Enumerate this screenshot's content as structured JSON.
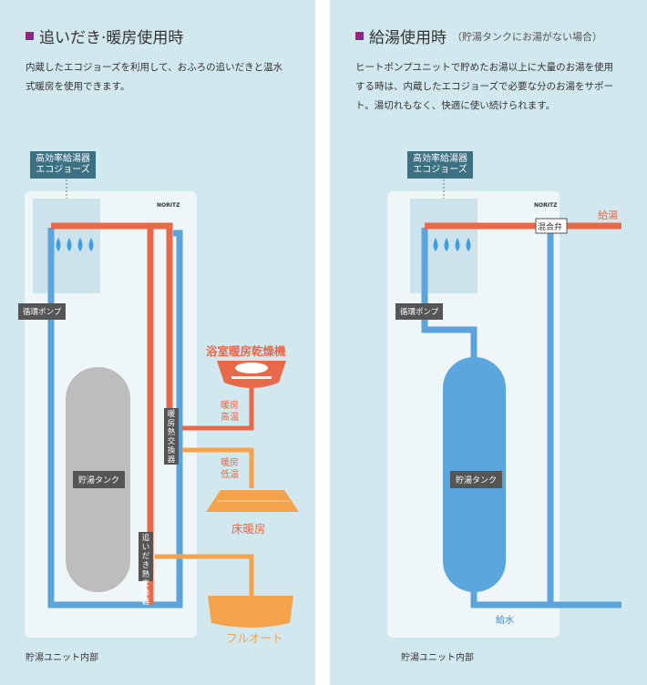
{
  "left": {
    "title": "追いだき·暖房使用時",
    "desc_line1": "内蔵したエコジョーズを利用して、おふろの追いだきと温水",
    "desc_line2": "式暖房を使用できます。",
    "heater_tag_line1": "高効率給湯器",
    "heater_tag_line2": "エコジョーズ",
    "brand": "NORITZ",
    "pump_label": "循環ポンプ",
    "tank_label": "貯湯タンク",
    "heat_ex_heating": "暖房熱交換器",
    "heat_ex_reheat": "追いだき熱交換器",
    "bath_dryer": "浴室暖房乾燥機",
    "heating_high_1": "暖房",
    "heating_high_2": "高温",
    "heating_low_1": "暖房",
    "heating_low_2": "低温",
    "floor_heating": "床暖房",
    "full_auto": "フルオート",
    "caption": "貯湯ユニット内部"
  },
  "right": {
    "title": "給湯使用時",
    "title_sub": "（貯湯タンクにお湯がない場合）",
    "desc_line1": "ヒートポンプユニットで貯めたお湯以上に大量のお湯を使用",
    "desc_line2": "する時は、内蔵したエコジョーズで必要な分のお湯をサポー",
    "desc_line3": "ト。湯切れもなく、快適に使い続けられます。",
    "heater_tag_line1": "高効率給湯器",
    "heater_tag_line2": "エコジョーズ",
    "brand": "NORITZ",
    "pump_label": "循環ポンプ",
    "tank_label": "貯湯タンク",
    "mixing_valve": "混合弁",
    "hot_water": "給湯",
    "water_supply": "給水",
    "caption": "貯湯ユニット内部"
  },
  "colors": {
    "hot_pipe": "#e8694a",
    "cold_pipe": "#5ba4dc",
    "orange_pipe": "#f4a24c",
    "tank_gray": "#bdbdbd",
    "tank_blue": "#5aa6dd",
    "background": "#d2e8ef",
    "unit_bg": "#eef6f8",
    "tag_bg": "#3c7183"
  },
  "icons": [
    "flame-icon",
    "arrow-up-icon",
    "arrow-down-icon",
    "arrow-left-icon",
    "arrow-right-icon"
  ]
}
